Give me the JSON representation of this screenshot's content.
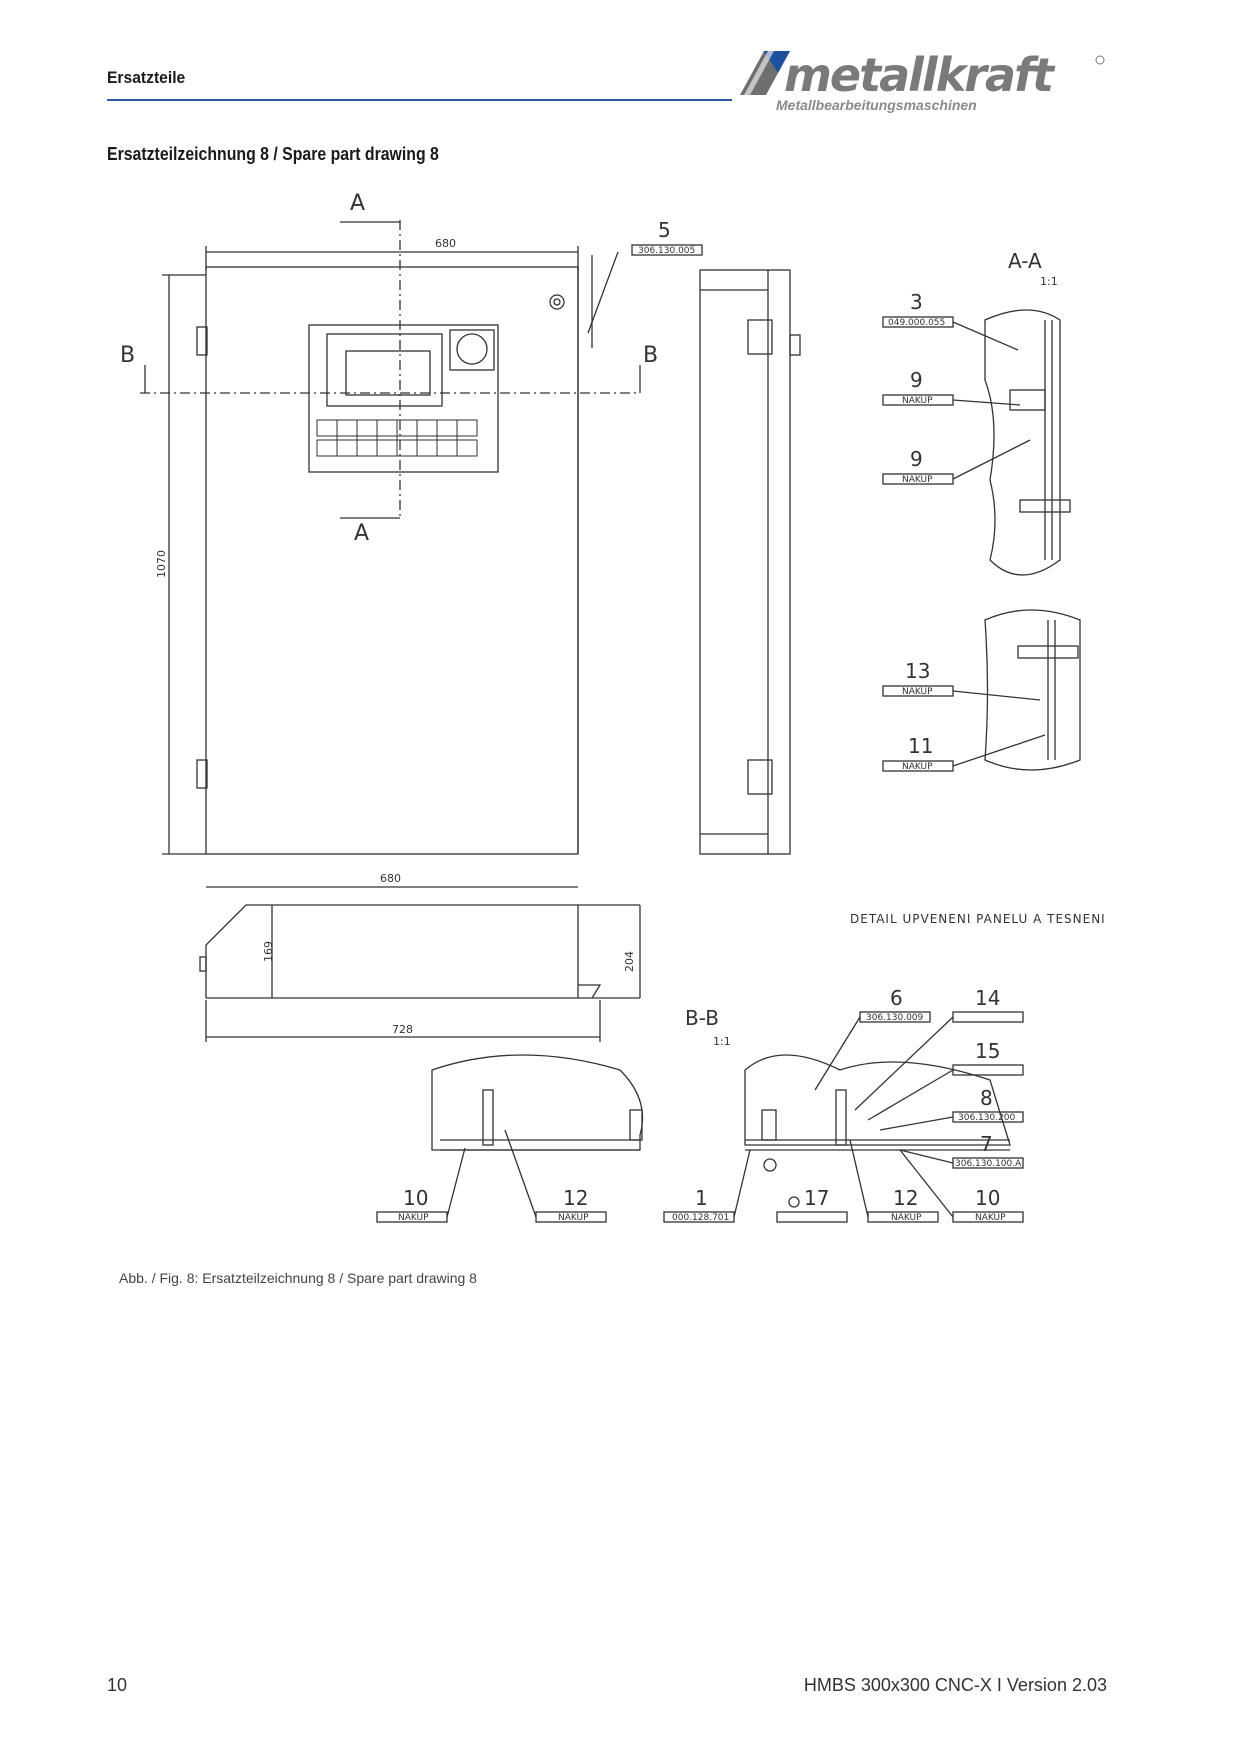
{
  "header": {
    "title": "Ersatzteile",
    "logo_text": "metallkraft",
    "logo_subtitle": "Metallbearbeitungsmaschinen"
  },
  "section_title": "Ersatzteilzeichnung 8 / Spare part drawing 8",
  "drawing": {
    "section_a": "A",
    "section_b": "B",
    "dim_width_front": "680",
    "dim_height_front": "1070",
    "dim_width_bottom": "680",
    "dim_depth": "169",
    "dim_depth_total": "204",
    "dim_width_total": "728",
    "view_aa": "A-A",
    "view_bb": "B-B",
    "scale": "1:1",
    "detail_text": "DETAIL UPVENENI PANELU A TESNENI",
    "callouts": [
      {
        "num": "5",
        "code": "306.130.005"
      },
      {
        "num": "3",
        "code": "049.000.055"
      },
      {
        "num": "9",
        "code": "NAKUP"
      },
      {
        "num": "9",
        "code": "NAKUP"
      },
      {
        "num": "13",
        "code": "NAKUP"
      },
      {
        "num": "11",
        "code": "NAKUP"
      },
      {
        "num": "6",
        "code": "306.130.009"
      },
      {
        "num": "14",
        "code": ""
      },
      {
        "num": "15",
        "code": ""
      },
      {
        "num": "8",
        "code": "306.130.200"
      },
      {
        "num": "7",
        "code": "306.130.100.A"
      },
      {
        "num": "10",
        "code": "NAKUP"
      },
      {
        "num": "12",
        "code": "NAKUP"
      },
      {
        "num": "1",
        "code": "000.128.701"
      },
      {
        "num": "17",
        "code": ""
      },
      {
        "num": "12",
        "code": "NAKUP"
      },
      {
        "num": "10",
        "code": "NAKUP"
      }
    ]
  },
  "caption": "Abb. / Fig. 8: Ersatzteilzeichnung 8 / Spare part drawing 8",
  "footer": {
    "page_number": "10",
    "doc_info": "HMBS 300x300 CNC-X I Version 2.03"
  },
  "colors": {
    "rule_blue": "#2f5aa3",
    "logo_blue": "#1f4f9f",
    "logo_grey": "#8a8a8a"
  }
}
